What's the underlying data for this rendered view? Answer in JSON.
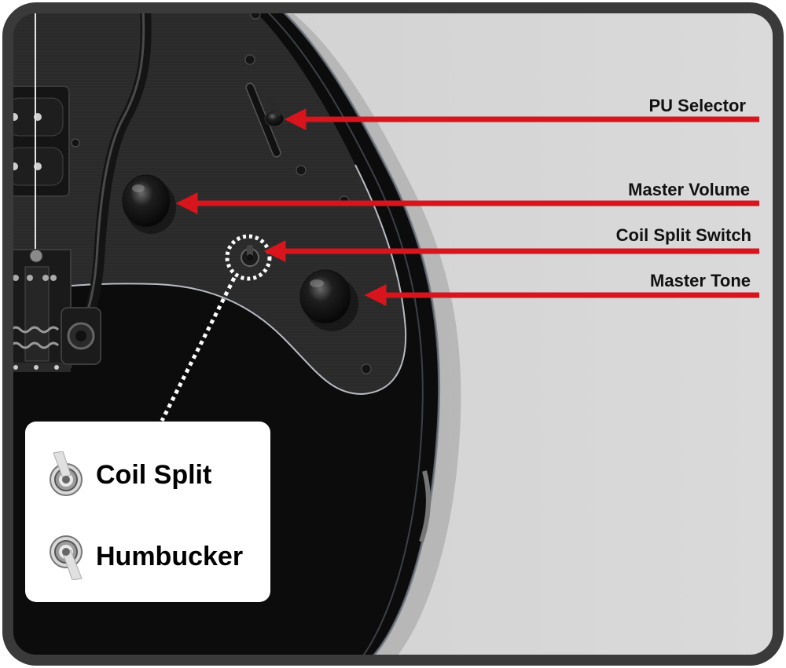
{
  "callouts": [
    {
      "key": "pu_selector",
      "label": "PU Selector"
    },
    {
      "key": "master_volume",
      "label": "Master Volume"
    },
    {
      "key": "coil_split_switch",
      "label": "Coil Split Switch"
    },
    {
      "key": "master_tone",
      "label": "Master Tone"
    }
  ],
  "legend": {
    "items": [
      {
        "key": "coil_split",
        "label": "Coil Split",
        "icon": "toggle-up-icon"
      },
      {
        "key": "humbucker",
        "label": "Humbucker",
        "icon": "toggle-down-icon"
      }
    ]
  },
  "colors": {
    "arrow": "#d8141c",
    "frame": "#3a3a3a",
    "background": "#d4d4d4",
    "body": "#0c0c0c",
    "pickguard": "#2b2b2b"
  }
}
